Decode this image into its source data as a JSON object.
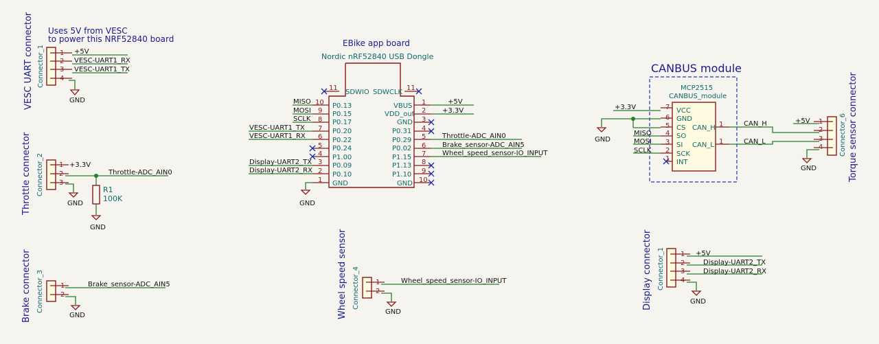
{
  "colors": {
    "wire": "#2a7d2a",
    "symbol": "#8a1a1a",
    "symbol_fill": "#fffbe0",
    "ref_text": "#0f6a6a",
    "title_text": "#1a1a8c"
  },
  "texts": {
    "vesc_note_1": "Uses 5V from VESC",
    "vesc_note_2": "to power this NRF52840 board",
    "vesc_title": "VESC UART connector",
    "vesc_ref": "Connector_1",
    "vesc_net_1": "+5V",
    "vesc_net_2": "VESC-UART1_RX",
    "vesc_net_3": "VESC-UART1_TX",
    "vesc_gnd": "GND",
    "thr_title": "Throttle connector",
    "thr_ref": "Connector_2",
    "thr_net_1": "+3.3V",
    "thr_net_2": "Throttle-ADC_AIN0",
    "thr_gnd": "GND",
    "r1_ref": "R1",
    "r1_val": "100K",
    "r1_gnd": "GND",
    "brk_title": "Brake connector",
    "brk_ref": "Connector_3",
    "brk_net_1": "Brake_sensor-ADC_AIN5",
    "brk_gnd": "GND",
    "app_title": "EBike app board",
    "app_value": "Nordic nRF52840 USB Dongle",
    "l_pn_11": "11",
    "l_nm_11": "SDWIO",
    "l_pn_10": "10",
    "l_nm_10": "P0.13",
    "l_net_10": "MISO",
    "l_pn_9": "9",
    "l_nm_9": "P0.15",
    "l_net_9": "MOSI",
    "l_pn_8": "8",
    "l_nm_8": "P0.17",
    "l_net_8": "SCLK",
    "l_pn_7": "7",
    "l_nm_7": "P0.20",
    "l_net_7": "VESC-UART1_TX",
    "l_pn_6": "6",
    "l_nm_6": "P0.22",
    "l_net_6": "VESC-UART1_RX",
    "l_pn_5": "5",
    "l_nm_5": "P0.24",
    "l_pn_4": "4",
    "l_nm_4": "P1.00",
    "l_pn_3": "3",
    "l_nm_3": "P0.09",
    "l_net_3": "Display-UART2_TX",
    "l_pn_2": "2",
    "l_nm_2": "P0.10",
    "l_net_2": "Display-UART2_RX",
    "l_pn_1": "1",
    "l_nm_1": "GND",
    "app_gnd": "GND",
    "r_pn_11": "11",
    "r_nm_11": "SDWCLK",
    "r_pn_1": "1",
    "r_nm_1": "VBUS",
    "r_net_1": "+5V",
    "r_pn_2": "2",
    "r_nm_2": "VDD_out",
    "r_net_2": "+3.3V",
    "r_pn_3": "3",
    "r_nm_3": "GND",
    "r_pn_4": "4",
    "r_nm_4": "P0.31",
    "r_pn_5": "5",
    "r_nm_5": "P0.29",
    "r_net_5": "Throttle-ADC_AIN0",
    "r_pn_6": "6",
    "r_nm_6": "P0.02",
    "r_net_6": "Brake_sensor-ADC_AIN5",
    "r_pn_7": "7",
    "r_nm_7": "P1.15",
    "r_net_7": "Wheel_speed_sensor-IO_INPUT",
    "r_pn_8": "8",
    "r_nm_8": "P1.13",
    "r_pn_9": "9",
    "r_nm_9": "P1.10",
    "r_pn_10": "10",
    "r_nm_10": "GND",
    "wheel_title": "Wheel speed sensor",
    "wheel_ref": "Connector_4",
    "wheel_net_1": "Wheel_speed_sensor-IO_INPUT",
    "wheel_gnd": "GND",
    "can_title": "CANBUS module",
    "can_ref": "MCP2515",
    "can_value": "CANBUS_module",
    "can_net_vcc": "+3.3V",
    "can_pn_7": "7",
    "can_nm_7": "VCC",
    "can_pn_6": "6",
    "can_nm_6": "GND",
    "can_pn_5": "5",
    "can_nm_5": "CS",
    "can_pn_4": "4",
    "can_nm_4": "SO",
    "can_net_4": "MISO",
    "can_pn_3": "3",
    "can_nm_3": "SI",
    "can_net_3": "MOSI",
    "can_pn_2": "2",
    "can_nm_2": "SCK",
    "can_net_2": "SCLK",
    "can_pn_8": "1",
    "can_nm_8": "INT",
    "can_nm_canh": "CAN_H",
    "can_pn_canh": "1",
    "can_nm_canl": "CAN_L",
    "can_pn_canl": "1",
    "can_net_canh": "CAN_H",
    "can_net_canl": "CAN_L",
    "can_gnd": "GND",
    "torque_title": "Torque sensor connector",
    "torque_ref": "Connector_6",
    "torque_net_1": "+5V",
    "torque_gnd": "GND",
    "disp_title": "Display connector",
    "disp_ref": "Connector_1",
    "disp_net_1": "+5V",
    "disp_net_2": "Display-UART2_TX",
    "disp_net_3": "Display-UART2_RX",
    "disp_gnd": "GND",
    "pin_1": "1",
    "pin_2": "2",
    "pin_3": "3",
    "pin_4": "4"
  }
}
